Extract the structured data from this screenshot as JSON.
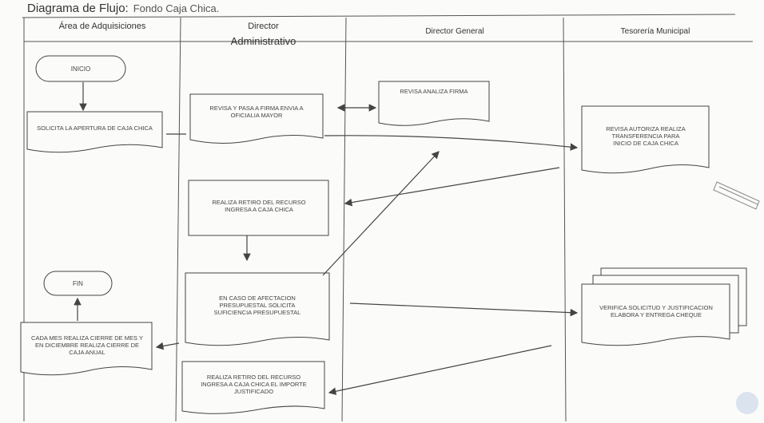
{
  "title": {
    "label": "Diagrama de Flujo:",
    "subject": "Fondo Caja Chica."
  },
  "lanes": [
    {
      "id": "adquisiciones",
      "line1": "Área de Adquisiciones",
      "line2": ""
    },
    {
      "id": "director-admin",
      "line1": "Director",
      "line2": "Administrativo"
    },
    {
      "id": "director-general",
      "line1": "Director General",
      "line2": ""
    },
    {
      "id": "tesoreria",
      "line1": "Tesorería Municipal",
      "line2": ""
    }
  ],
  "nodes": {
    "inicio": "INICIO",
    "solicita": "SOLICITA LA APERTURA DE CAJA CHICA",
    "revisa_pasa": "REVISA Y PASA A FIRMA ENVIA A OFICIALIA MAYOR",
    "revisa_analiza": "REVISA ANALIZA FIRMA",
    "revisa_autoriza": "REVISA AUTORIZA REALIZA TRANSFERENCIA PARA INICIO DE CAJA CHICA",
    "realiza_retiro": "REALIZA RETIRO DEL RECURSO INGRESA A CAJA CHICA",
    "en_caso": "EN CASO DE AFECTACION PRESUPUESTAL SOLICITA SUFICIENCIA PRESUPUESTAL",
    "verifica": "VERIFICA SOLICITUD Y JUSTIFICACION ELABORA Y ENTREGA CHEQUE",
    "fin": "FIN",
    "cada_mes": "CADA MES REALIZA CIERRE DE MES Y EN DICIEMBRE REALIZA CIERRE DE CAJA ANUAL",
    "realiza_retiro_2": "REALIZA RETIRO DEL RECURSO INGRESA A CAJA CHICA EL IMPORTE JUSTIFICADO"
  }
}
